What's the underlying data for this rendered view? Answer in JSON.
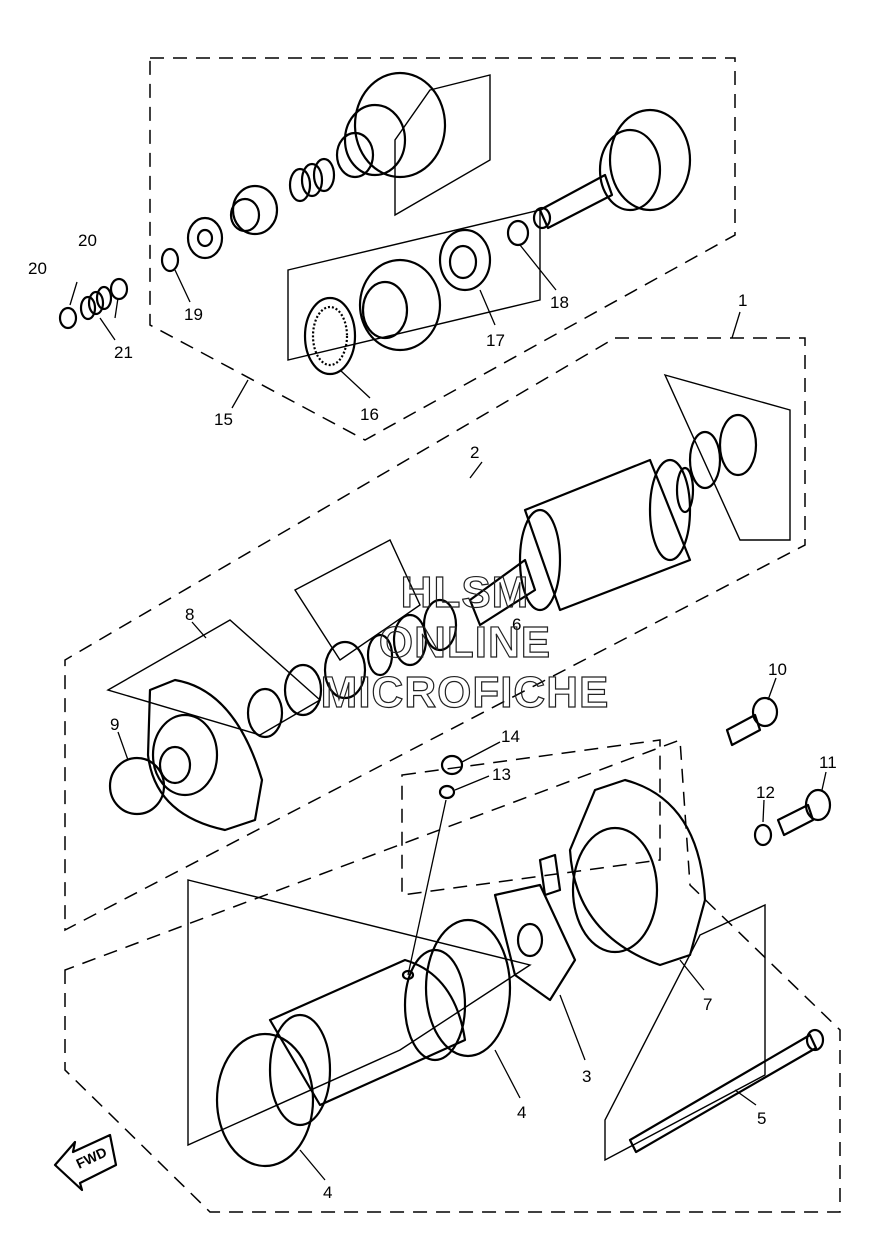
{
  "parts": [
    "1",
    "2",
    "3",
    "4",
    "4",
    "5",
    "6",
    "7",
    "8",
    "9",
    "10",
    "11",
    "12",
    "13",
    "14",
    "15",
    "16",
    "17",
    "18",
    "19",
    "20",
    "20",
    "21"
  ],
  "watermark": {
    "line1": "HLSM",
    "line2": "ONLINE",
    "line3": "MICROFICHE"
  },
  "direction_label": "FWD"
}
